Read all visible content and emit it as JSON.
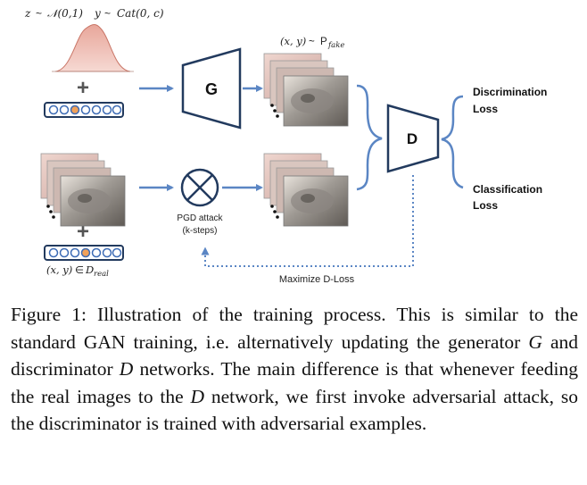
{
  "figure": {
    "top_formula": {
      "z": "z",
      "sim1": "~",
      "normal": "𝒩(0,1)",
      "y": "y",
      "sim2": "~",
      "cat": "Cat(0, c)"
    },
    "fake_label": {
      "pair": "(x, y)",
      "sim": "~",
      "p": "P",
      "sub": "fake"
    },
    "real_label": {
      "pair": "(x, y)",
      "in": "∈",
      "d": "D",
      "sub": "real"
    },
    "generator_label": "G",
    "discriminator_label": "D",
    "pgd_label_line1": "PGD attack",
    "pgd_label_line2": "(k-steps)",
    "maximize_label": "Maximize D-Loss",
    "disc_loss_line1": "Discrimination",
    "disc_loss_line2": "Loss",
    "class_loss_line1": "Classification",
    "class_loss_line2": "Loss",
    "plus": "+"
  },
  "caption": {
    "label": "Figure 1:",
    "t1": "Illustration of the training process. This is similar to the standard GAN training, i.e. alternatively updating the generator",
    "g": "G",
    "t2": "and discriminator",
    "d1": "D",
    "t3": "networks. The main difference is that whenever feeding the real images to the",
    "d2": "D",
    "t4": "network, we first invoke adversarial attack, so the discriminator is trained with adversarial examples."
  }
}
